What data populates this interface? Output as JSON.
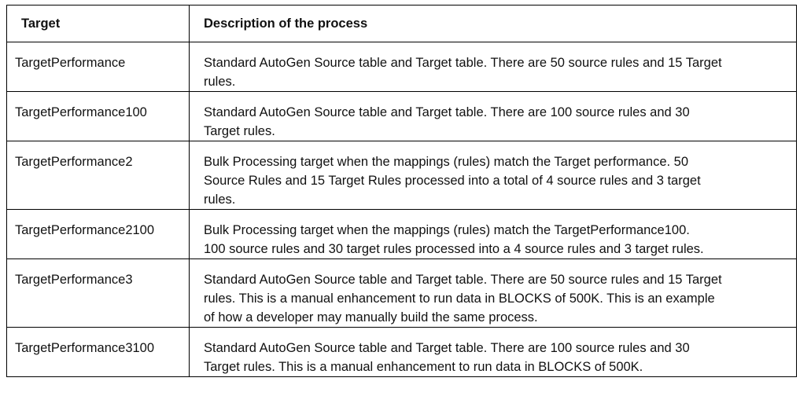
{
  "headers": {
    "target": "Target",
    "description": "Description of the process"
  },
  "rows": [
    {
      "target": "TargetPerformance",
      "lines": [
        "Standard AutoGen Source table and Target table. There are 50 source rules and 15 Target",
        "rules."
      ]
    },
    {
      "target": "TargetPerformance100",
      "lines": [
        "Standard AutoGen Source table and Target table. There are 100 source rules and 30",
        "Target rules."
      ]
    },
    {
      "target": "TargetPerformance2",
      "lines": [
        "Bulk Processing target when the mappings (rules) match the Target performance. 50",
        "Source Rules and 15 Target Rules processed into a total of 4 source rules and 3 target",
        "rules."
      ]
    },
    {
      "target": "TargetPerformance2100",
      "lines": [
        "Bulk Processing target when the mappings (rules) match the TargetPerformance100.",
        "100 source rules and 30 target rules processed into a 4 source rules and 3 target rules."
      ]
    },
    {
      "target": "TargetPerformance3",
      "lines": [
        "Standard AutoGen Source table and Target table. There are 50 source rules and 15 Target",
        "rules.  This is a manual enhancement to run data in BLOCKS of 500K.  This is an example",
        "of how a developer may manually build the same process."
      ]
    },
    {
      "target": "TargetPerformance3100",
      "lines": [
        "Standard AutoGen Source table and Target table. There are 100 source rules and 30",
        "Target rules.  This is a manual enhancement to run data in BLOCKS of 500K."
      ]
    }
  ]
}
